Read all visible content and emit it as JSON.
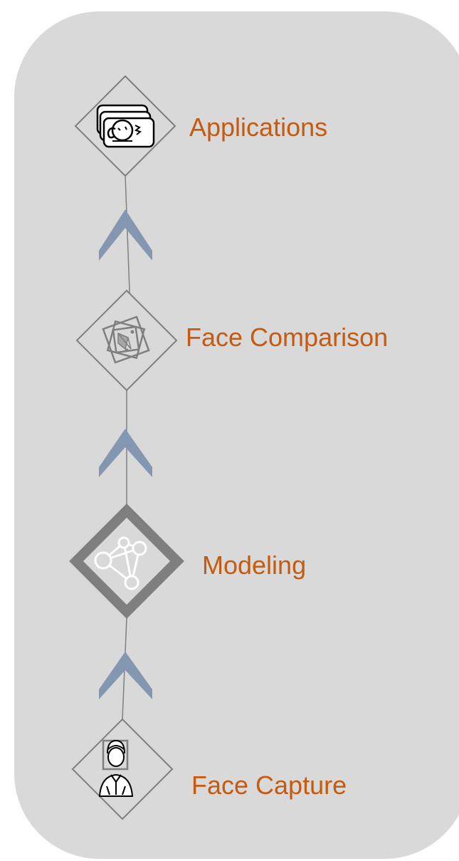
{
  "steps": [
    {
      "label": "Applications",
      "icon": "applications-icon"
    },
    {
      "label": "Face Comparison",
      "icon": "face-comparison-icon"
    },
    {
      "label": "Modeling",
      "icon": "modeling-icon"
    },
    {
      "label": "Face Capture",
      "icon": "face-capture-icon"
    }
  ],
  "colors": {
    "panel": "#d9d9d9",
    "label": "#c55a11",
    "arrow": "#8497b0",
    "diamond_stroke": "#7f7f7f",
    "connector": "#808080"
  },
  "flow_direction": "bottom-to-top"
}
